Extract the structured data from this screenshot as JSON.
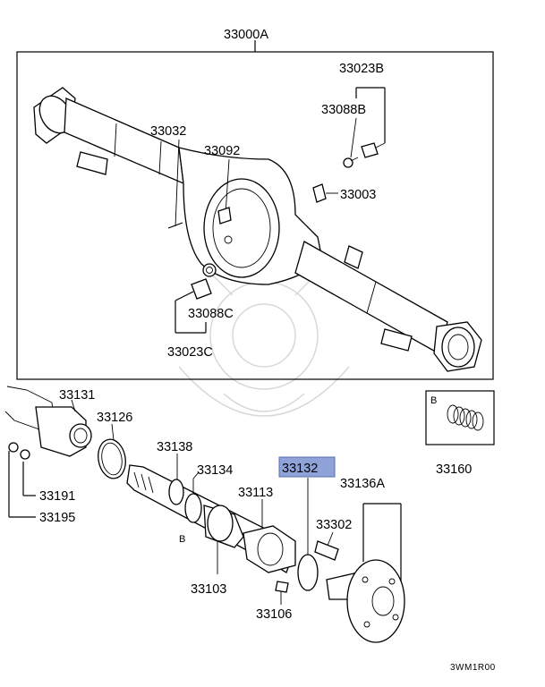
{
  "labels": {
    "assembly": "33000A",
    "l33023B": "33023B",
    "l33088B": "33088B",
    "l33032": "33032",
    "l33092": "33092",
    "l33003": "33003",
    "l33088C": "33088C",
    "l33023C": "33023C",
    "l33131": "33131",
    "l33126": "33126",
    "l33138": "33138",
    "l33134": "33134",
    "l33113": "33113",
    "l33132": "33132",
    "l33136A": "33136A",
    "l33302": "33302",
    "l33103": "33103",
    "l33106": "33106",
    "l33191": "33191",
    "l33195": "33195",
    "l33160": "33160",
    "refB_main": "B",
    "refB_inset": "B"
  },
  "drawing_code": "3WM1R00",
  "highlight_color": "#8fa3d9"
}
